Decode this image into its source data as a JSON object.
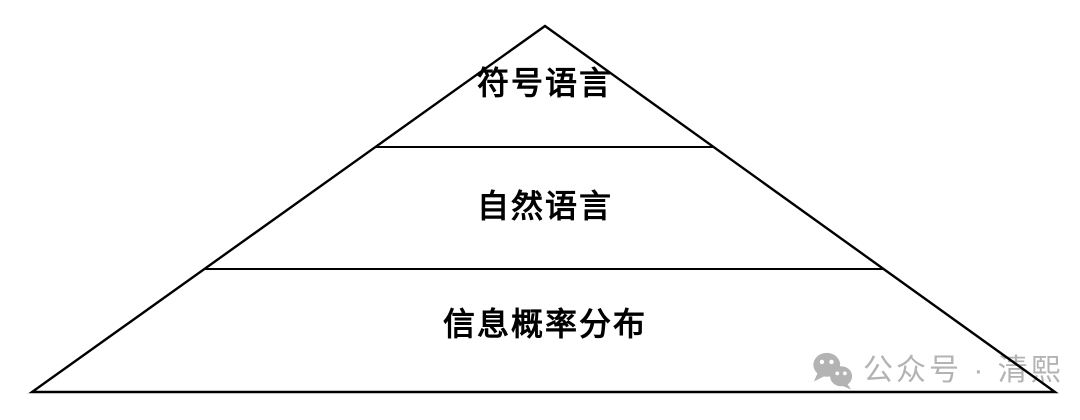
{
  "diagram": {
    "type": "pyramid",
    "tiers": [
      {
        "label": "符号语言"
      },
      {
        "label": "自然语言"
      },
      {
        "label": "信息概率分布"
      }
    ]
  },
  "watermark": {
    "icon": "wechat-icon",
    "text": "公众号 · 清熙",
    "color": "#b3b3b3"
  },
  "colors": {
    "background": "#ffffff",
    "outline": "#000000",
    "label_text": "#000000"
  }
}
